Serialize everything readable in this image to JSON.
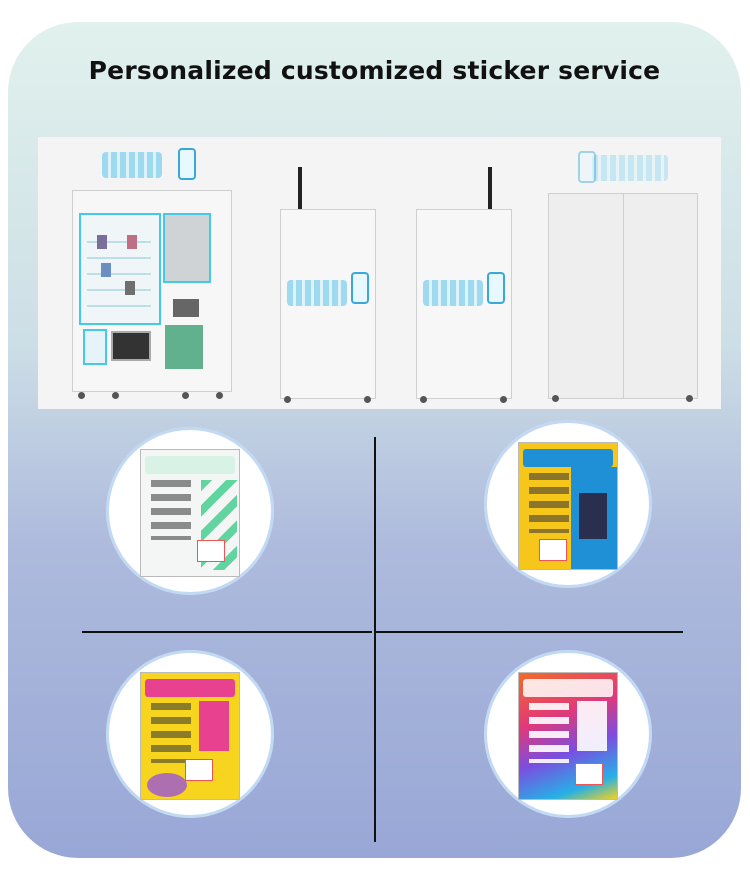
{
  "page": {
    "title": "Personalized customized sticker service"
  },
  "colors": {
    "card_top": "#e1f1ed",
    "card_bottom": "#98a7d6",
    "divider": "#111111"
  },
  "gallery": {
    "strip_machines": [
      "front-machine",
      "side-panel-left",
      "side-panel-right",
      "back-panel"
    ],
    "thumbnails": [
      {
        "name": "white-green-machine",
        "accent": "#3ecb8a",
        "body": "#f3f6f4"
      },
      {
        "name": "blue-yellow-machine",
        "accent": "#1f8fd6",
        "body": "#f6c61b"
      },
      {
        "name": "yellow-pink-machine",
        "accent": "#e8418f",
        "body": "#f7d41e"
      },
      {
        "name": "colorful-splash-machine",
        "accent": "#e0397a",
        "body": "#f36a2a"
      }
    ]
  }
}
